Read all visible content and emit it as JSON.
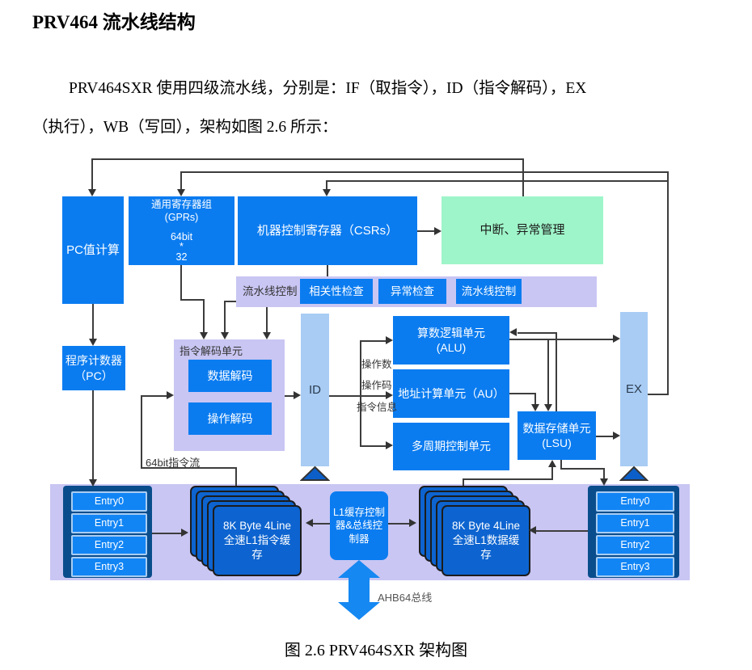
{
  "doc": {
    "title": "PRV464 流水线结构",
    "para_line1": "PRV464SXR 使用四级流水线，分别是：IF（取指令），ID（指令解码），EX",
    "para_line2": "（执行），WB（写回），架构如图 2.6 所示：",
    "caption": "图 2.6 PRV464SXR 架构图"
  },
  "palette": {
    "block_blue": "#0b7cf0",
    "cell_blue": "#1285f5",
    "navy": "#0a4d8c",
    "card_blue": "#0d64d0",
    "lavender": "#c9c6f3",
    "stage_bar_blue": "#a8ccf4",
    "triangle_blue": "#0c5fc8",
    "mint_green": "#9ef5c9",
    "ahb_blue": "#1588f2",
    "wire_gray": "#3d3d3d"
  },
  "diagram": {
    "pc_calc": "PC值计算",
    "gprs": {
      "name": "通用寄存器组",
      "abbr": "(GPRs)",
      "width": "64bit",
      "times": "*",
      "count": "32"
    },
    "csrs": "机器控制寄存器（CSRs）",
    "interrupt_mgmt": "中断、异常管理",
    "pipeline_strip": {
      "label": "流水线控制",
      "hazard_check": "相关性检查",
      "exception_check": "异常检查",
      "pipeline_ctrl": "流水线控制"
    },
    "decode_unit": {
      "label": "指令解码单元",
      "data_decode": "数据解码",
      "op_decode": "操作解码"
    },
    "pc_reg": "程序计数器（PC）",
    "id_stage": "ID",
    "ex_stage": "EX",
    "alu": {
      "name": "算数逻辑单元",
      "abbr": "(ALU)"
    },
    "au": "地址计算单元（AU）",
    "multi_cycle": "多周期控制单元",
    "lsu": {
      "name": "数据存储单元",
      "abbr": "(LSU)"
    },
    "inst_stream_label": "64bit指令流",
    "operand_label": "操作数",
    "opcode_label": "操作码",
    "inst_info_label": "指令信息",
    "if_queue": {
      "entries": [
        "Entry0",
        "Entry1",
        "Entry2",
        "Entry3"
      ]
    },
    "icache": "8K Byte 4Line 全速L1指令缓存",
    "l1_ctrl": "L1缓存控制器&总线控制器",
    "dcache": "8K Byte 4Line 全速L1数据缓存",
    "data_queue": {
      "entries": [
        "Entry0",
        "Entry1",
        "Entry2",
        "Entry3"
      ]
    },
    "ahb_label": "AHB64总线"
  }
}
